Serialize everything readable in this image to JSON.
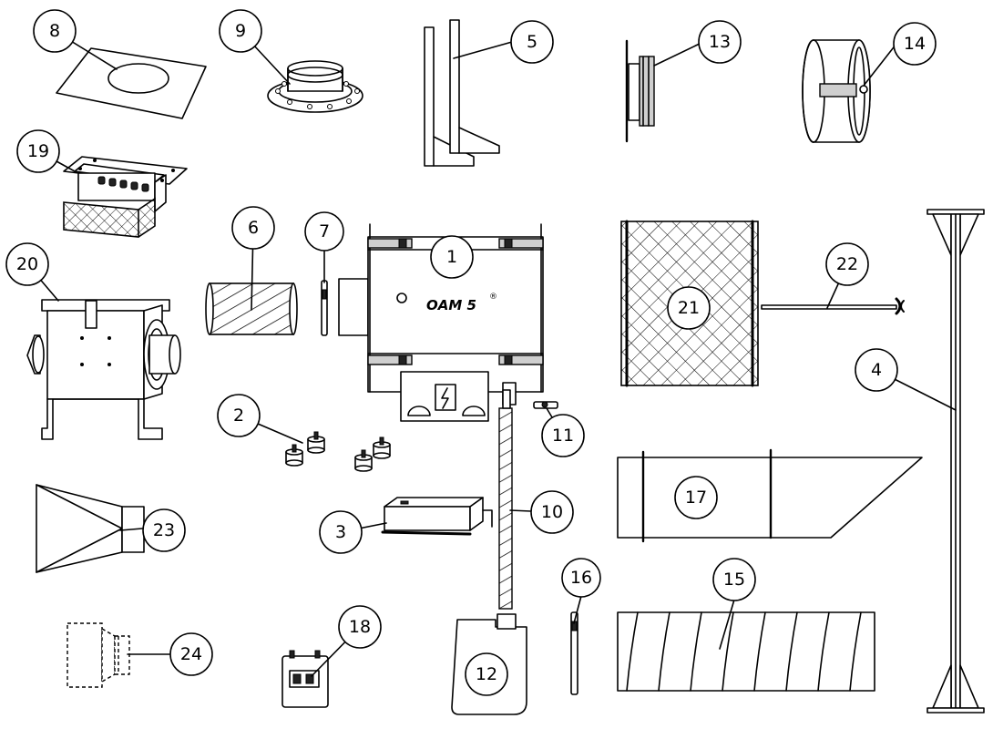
{
  "brand": {
    "name": "OAM 5",
    "registered": "®"
  },
  "callouts": [
    "1",
    "2",
    "3",
    "4",
    "5",
    "6",
    "7",
    "8",
    "9",
    "10",
    "11",
    "12",
    "13",
    "14",
    "15",
    "16",
    "17",
    "18",
    "19",
    "20",
    "21",
    "22",
    "23",
    "24"
  ]
}
